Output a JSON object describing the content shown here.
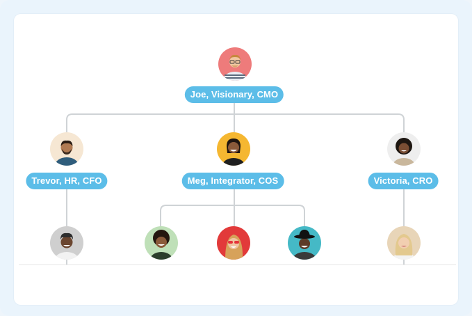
{
  "nodes": {
    "joe": {
      "label": "Joe, Visionary, CMO"
    },
    "trevor": {
      "label": "Trevor, HR, CFO"
    },
    "meg": {
      "label": "Meg, Integrator, COS"
    },
    "victoria": {
      "label": "Victoria, CRO"
    }
  },
  "avatar_backgrounds": {
    "joe": "#ee7b7b",
    "trevor": "#f6e7d3",
    "meg": "#f5b731",
    "victoria": "#eeeeee",
    "report_1": "#cfcfcf",
    "report_2": "#bfe0b8",
    "report_3": "#e23a3a",
    "report_4": "#45b9c6",
    "report_5": "#e8d5b8"
  },
  "colors": {
    "label_bg": "#5cbde8",
    "label_text": "#ffffff",
    "connector": "#cfd3d6"
  }
}
